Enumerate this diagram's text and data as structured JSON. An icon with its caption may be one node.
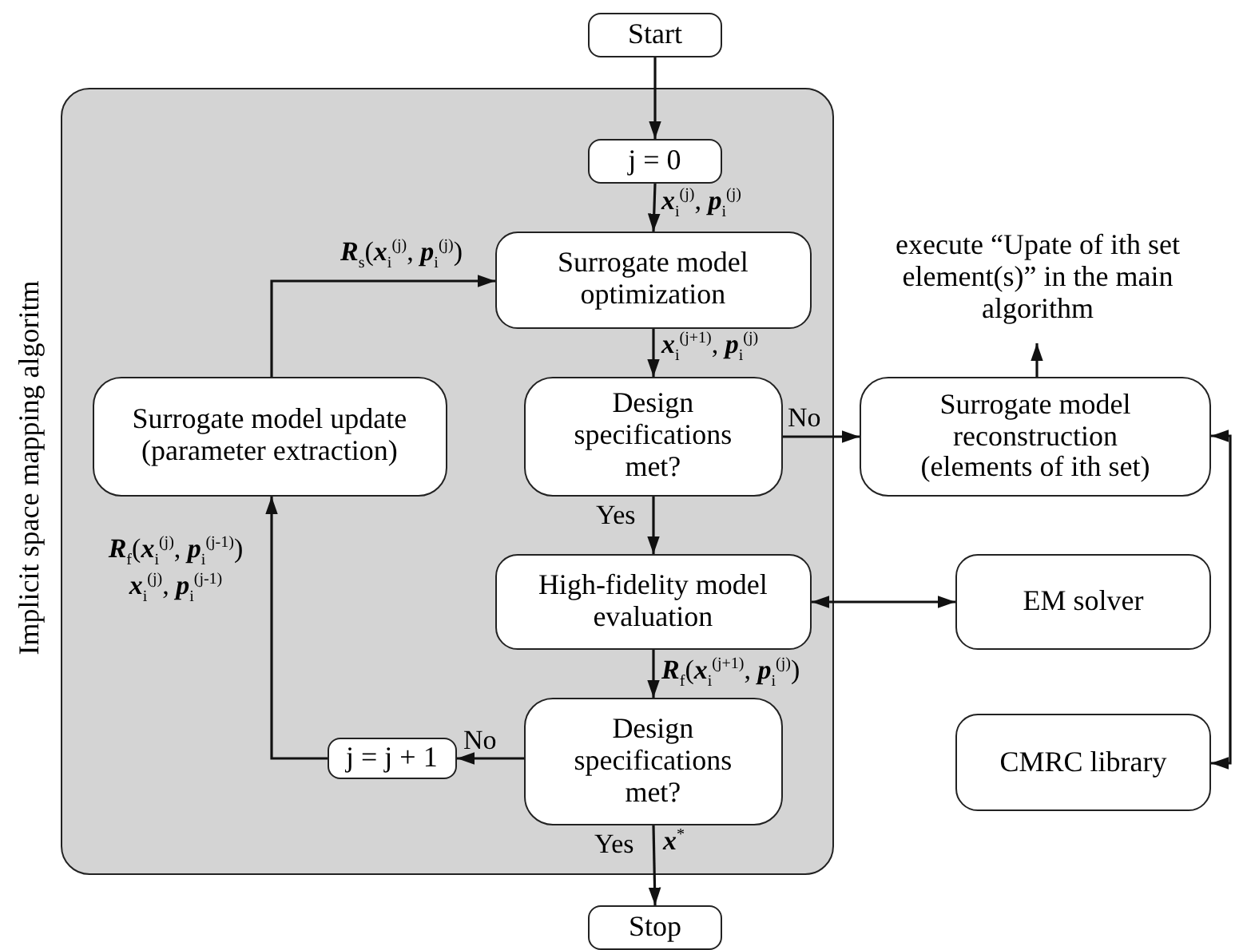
{
  "diagram": {
    "nodes": [
      {
        "text": [
          "Implicit space mapping algoritm"
        ]
      },
      {
        "text": [
          "Start"
        ]
      },
      {
        "text": [
          "j = 0"
        ],
        "in": 0
      },
      {
        "text": [
          "Surrogate model optimization"
        ],
        "in": 0
      },
      {
        "text": [
          "Design specifications met?"
        ],
        "in": 0
      },
      {
        "text": [
          "Surrogate model update (parameter extraction)"
        ],
        "in": 0
      },
      {
        "text": [
          "High-fidelity model evaluation"
        ],
        "in": 0
      },
      {
        "text": [
          "Design specifications met?"
        ],
        "in": 0
      },
      {
        "text": [
          "j = j + 1"
        ],
        "in": 0
      },
      {
        "text": [
          "Stop"
        ]
      },
      {
        "text": [
          "Surrogate model reconstruction (elements of ith set)"
        ]
      },
      {
        "text": [
          "EM solver"
        ]
      },
      {
        "text": [
          "CMRC library"
        ]
      },
      {
        "text": [
          "execute “Upate of ith set element(s)” in the main algorithm"
        ]
      }
    ],
    "edges": [
      {
        "from": 1,
        "to": 2,
        "arrow": "to"
      },
      {
        "from": 2,
        "to": 3,
        "arrow": "to",
        "label": "**x**$_{i}$$^{(j)}$, **p**$_{i}$$^{(j)}$"
      },
      {
        "from": 3,
        "to": 4,
        "arrow": "to",
        "label": "**x**$_{i}$$^{(j+1)}$, **p**$_{i}$$^{(j)}$"
      },
      {
        "from": 4,
        "to": 10,
        "arrow": "to",
        "label": "No"
      },
      {
        "from": 4,
        "to": 6,
        "arrow": "to",
        "label": "Yes"
      },
      {
        "from": 6,
        "to": 11,
        "arrow": "both"
      },
      {
        "from": 6,
        "to": 7,
        "arrow": "to",
        "label": "**R**$_{f}$(**x**$_{i}$$^{(j+1)}$, **p**$_{i}$$^{(j)}$)"
      },
      {
        "from": 7,
        "to": 8,
        "arrow": "to",
        "label": "No"
      },
      {
        "from": 8,
        "to": 5,
        "arrow": "to",
        "label": "**R**$_{f}$(**x**$_{i}$$^{(j)}$, **p**$_{i}$$^{(j-1)}$) **x**$_{i}$$^{(j)}$, **p**$_{i}$$^{(j-1)}$"
      },
      {
        "from": 5,
        "to": 3,
        "arrow": "to",
        "label": "**R**$_{s}$(**x**$_{i}$$^{(j)}$, **p**$_{i}$$^{(j)}$)"
      },
      {
        "from": 7,
        "to": 9,
        "arrow": "to",
        "label": "Yes"
      },
      {
        "from": 10,
        "to": 13,
        "arrow": "to"
      },
      {
        "from": 12,
        "to": 10,
        "arrow": "both"
      }
    ],
    "labels": [
      "**x**$^{*}$"
    ]
  }
}
